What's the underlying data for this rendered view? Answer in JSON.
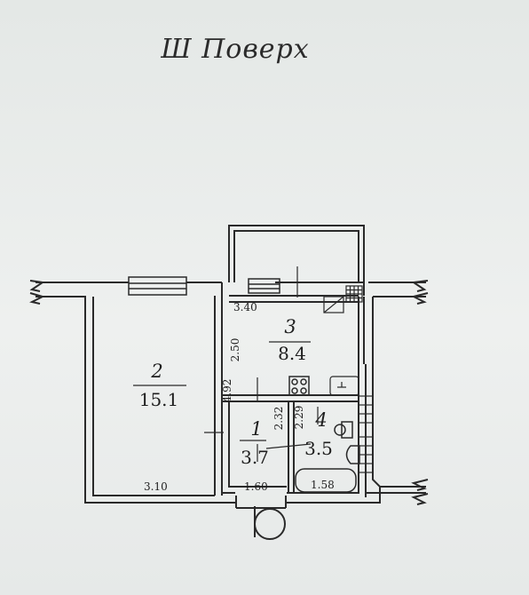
{
  "title": "Ш Поверх",
  "rooms": [
    {
      "number": "1",
      "area": "3.7"
    },
    {
      "number": "2",
      "area": "15.1"
    },
    {
      "number": "3",
      "area": "8.4"
    },
    {
      "number": "4",
      "area": "3.5"
    }
  ],
  "dimensions": {
    "room2_width": "3.10",
    "room2_depth": "4.92",
    "room3_width": "3.40",
    "room3_depth": "2.50",
    "room1_width": "1.60",
    "room1_depth": "2.32",
    "room4_depth": "2.29",
    "room4_width": "1.58"
  },
  "colors": {
    "line": "#2a2a2a",
    "paper": "#e9ecea"
  }
}
